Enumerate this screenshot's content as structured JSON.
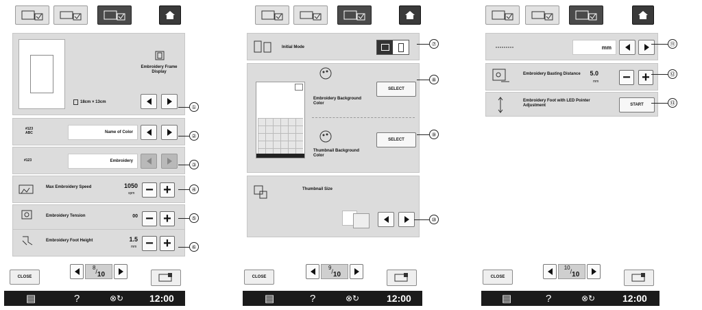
{
  "panel1": {
    "frame_display_label": "Embroidery Frame Display",
    "frame_size": "18cm × 13cm",
    "thread_display_value": "Name of Color",
    "thread_display_icon_text": "#123 ABC",
    "thread_number_value": "Embroidery",
    "thread_number_icon_text": "#123",
    "max_speed_label": "Max Embroidery Speed",
    "max_speed_value": "1050",
    "max_speed_unit": "spm",
    "tension_label": "Embroidery Tension",
    "tension_value": "00",
    "foot_height_label": "Embroidery Foot Height",
    "foot_height_value": "1.5",
    "foot_height_unit": "mm",
    "callouts": [
      "①",
      "②",
      "③",
      "④",
      "⑤",
      "⑥"
    ],
    "page_num": "8",
    "page_den": "10"
  },
  "panel2": {
    "initial_mode_label": "Initial Mode",
    "bg_color_label": "Embroidery Background Color",
    "thumb_bg_color_label": "Thumbnail Background Color",
    "select_label": "SELECT",
    "thumb_size_label": "Thumbnail Size",
    "callouts": [
      "⑦",
      "⑧",
      "⑨",
      "⑩"
    ],
    "page_num": "9",
    "page_den": "10"
  },
  "panel3": {
    "unit_value": "mm",
    "basting_label": "Embroidery Basting Distance",
    "basting_value": "5.0",
    "basting_unit": "mm",
    "led_label": "Embroidery Foot with LED Pointer Adjustment",
    "start_label": "START",
    "callouts": [
      "⑪",
      "⑫",
      "⑬"
    ],
    "page_num": "10",
    "page_den": "10"
  },
  "common": {
    "close_label": "CLOSE",
    "help_label": "?",
    "time": "12:00",
    "plus": "+",
    "minus": "−"
  },
  "icons": [
    "home-icon",
    "utility-settings-icon",
    "general-settings-icon",
    "embroidery-settings-icon",
    "machine-icon",
    "notebook-icon",
    "wireless-icon",
    "embroidery-frame-icon"
  ]
}
